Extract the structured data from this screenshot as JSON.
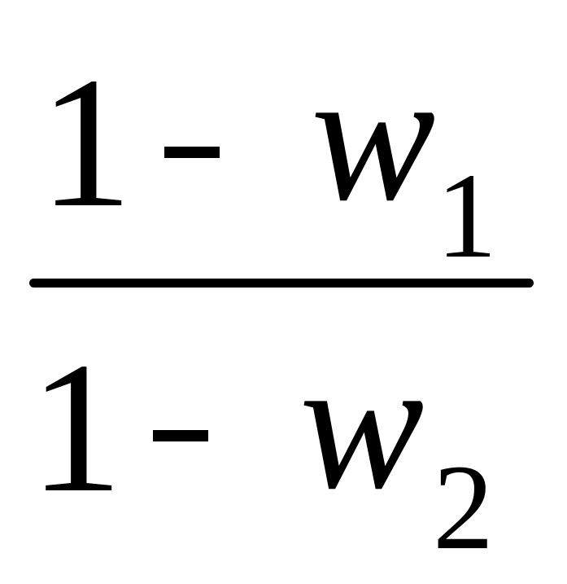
{
  "formula": {
    "numerator": {
      "one": "1",
      "minus": "-",
      "variable": "w",
      "subscript": "1"
    },
    "denominator": {
      "one": "1",
      "minus": "-",
      "variable": "w",
      "subscript": "2"
    }
  }
}
